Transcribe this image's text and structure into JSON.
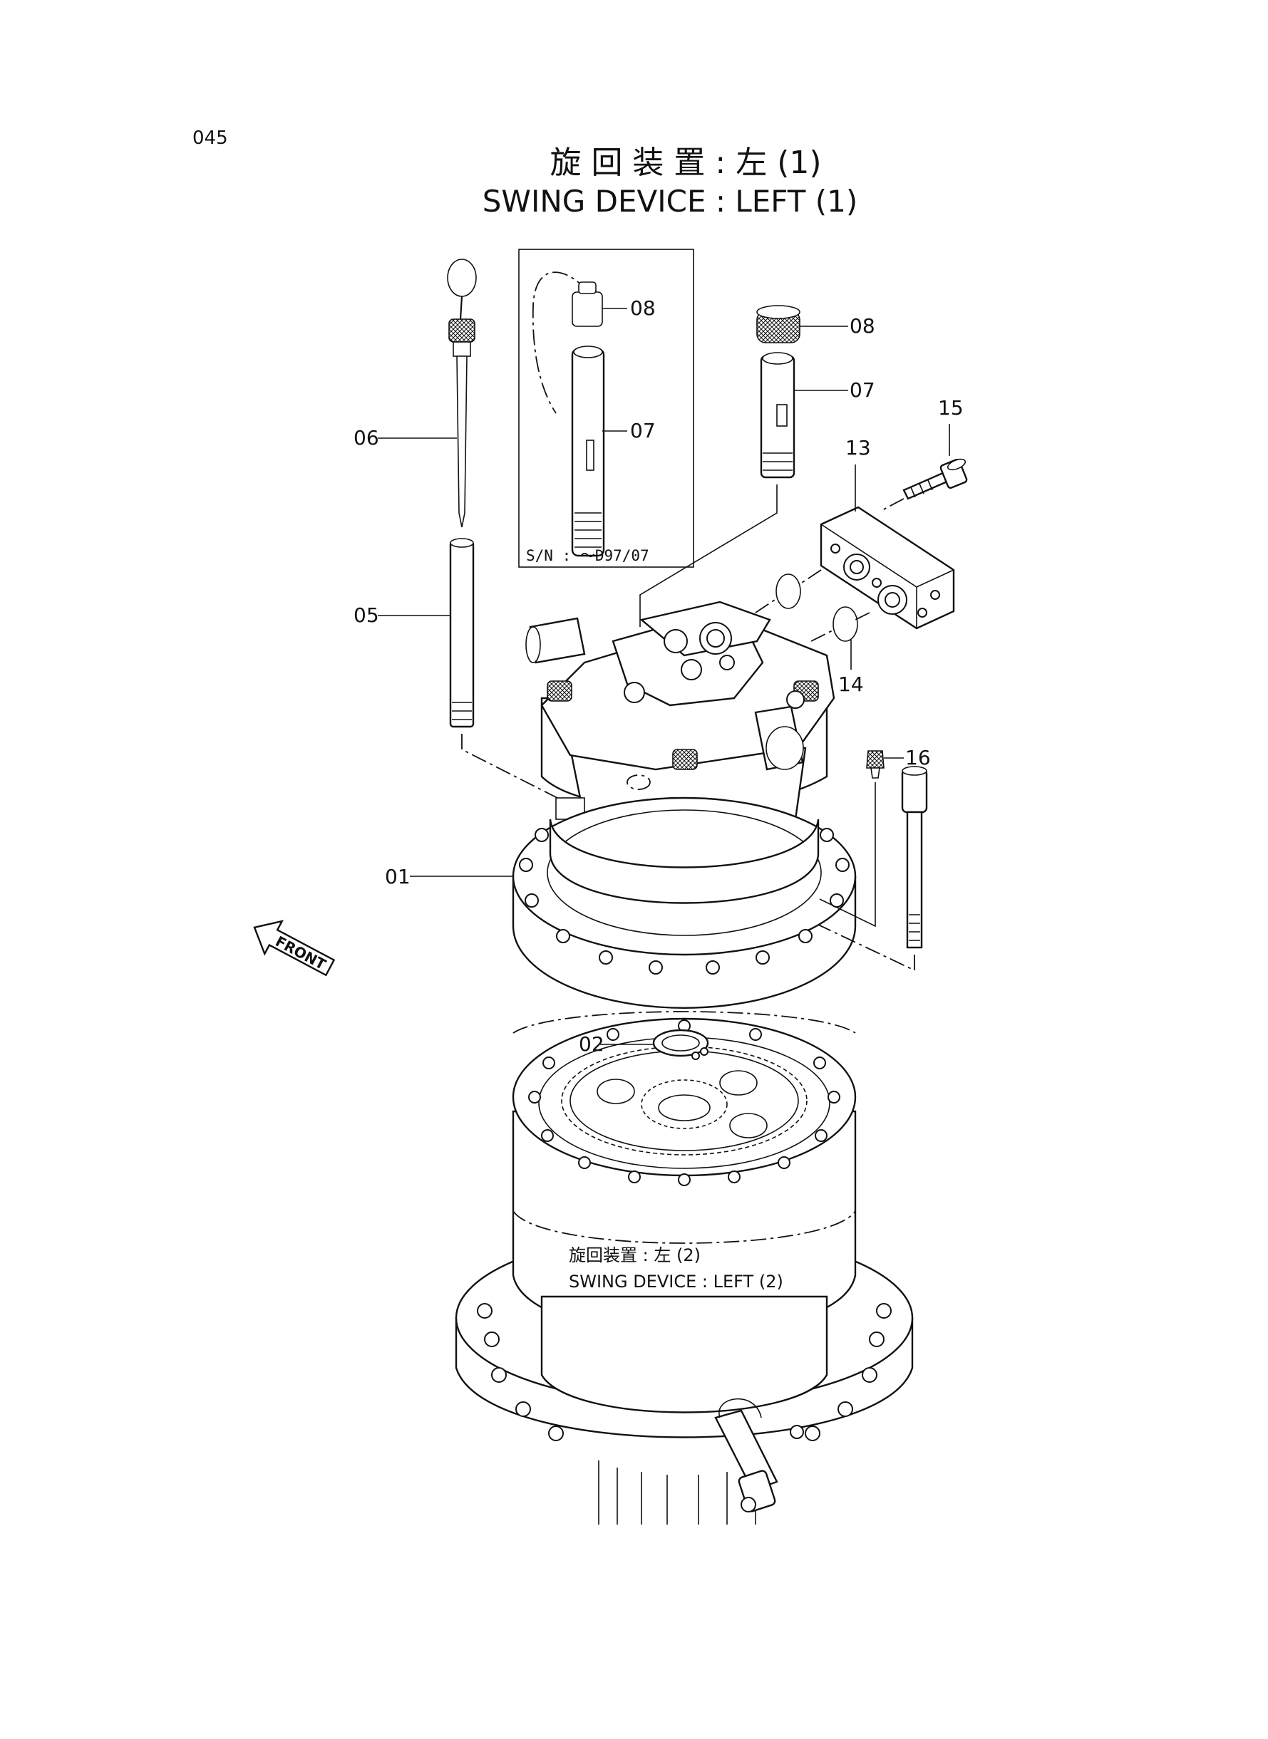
{
  "page_number": "045",
  "title": {
    "japanese": "旋 回 装 置 : 左 (1)",
    "english": "SWING DEVICE : LEFT (1)"
  },
  "inset": {
    "serial_note": "S/N : ～D97/07"
  },
  "callouts": [
    {
      "id": "08",
      "label": "08"
    },
    {
      "id": "07",
      "label": "07"
    },
    {
      "id": "08b",
      "label": "08"
    },
    {
      "id": "07b",
      "label": "07"
    },
    {
      "id": "15",
      "label": "15"
    },
    {
      "id": "13",
      "label": "13"
    },
    {
      "id": "06",
      "label": "06"
    },
    {
      "id": "05",
      "label": "05"
    },
    {
      "id": "14",
      "label": "14"
    },
    {
      "id": "16",
      "label": "16"
    },
    {
      "id": "01",
      "label": "01"
    },
    {
      "id": "02",
      "label": "02"
    }
  ],
  "front_arrow_label": "FRONT",
  "reference": {
    "japanese": "旋回装置 : 左 (2)",
    "english": "SWING DEVICE : LEFT (2)"
  }
}
